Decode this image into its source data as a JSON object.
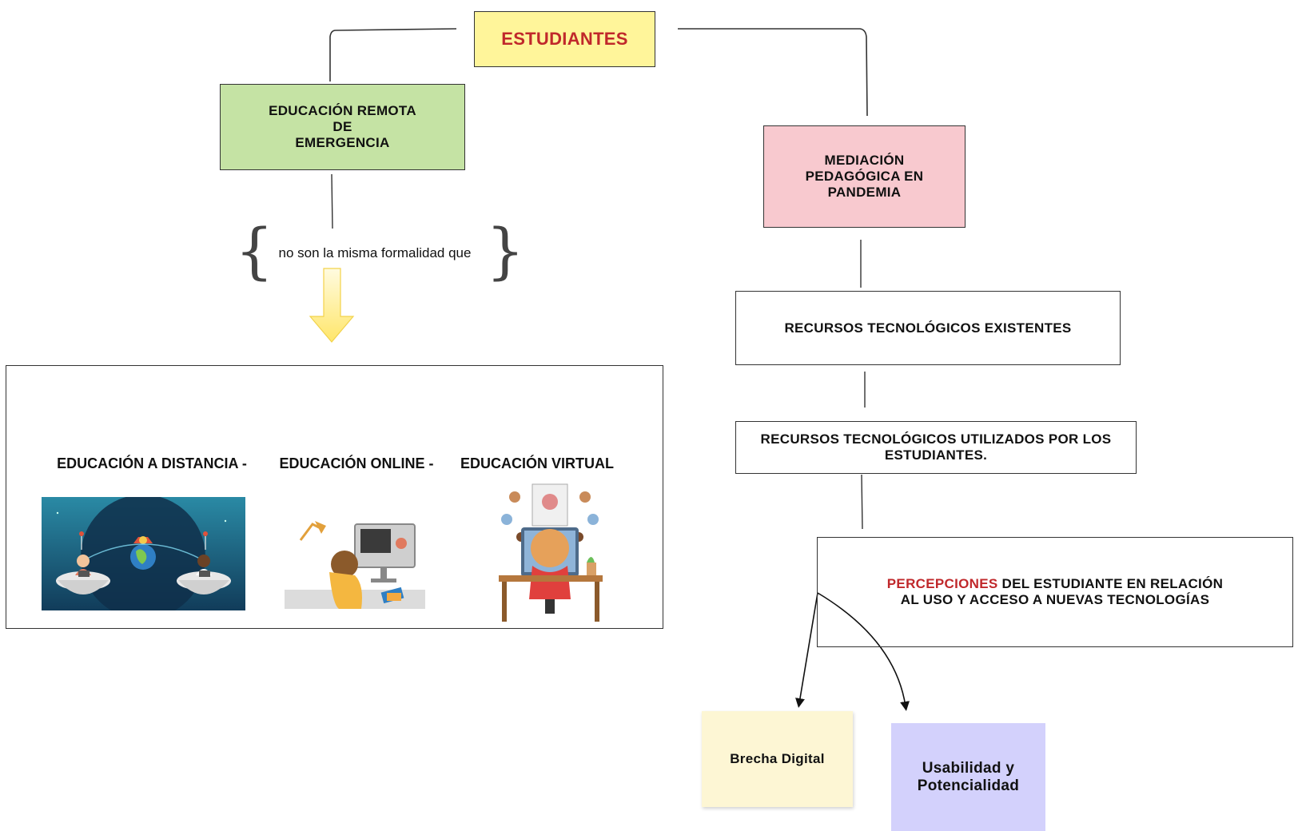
{
  "diagram": {
    "root": {
      "label": "ESTUDIANTES",
      "color": "#c0282b",
      "fill": "#fff59a"
    },
    "left": {
      "ere": {
        "label": "EDUCACIÓN REMOTA\nDE\nEMERGENCIA",
        "fill": "#c5e3a4"
      },
      "relation": "no son la misma formalidad que",
      "arrow_fill": "#fff3a0",
      "modalities": [
        {
          "label": "EDUCACIÓN A DISTANCIA -",
          "illustration": "satellite-globe-illustration"
        },
        {
          "label": "EDUCACIÓN ONLINE -",
          "illustration": "student-computer-illustration"
        },
        {
          "label": "EDUCACIÓN VIRTUAL",
          "illustration": "student-desk-illustration"
        }
      ]
    },
    "right": {
      "mediacion": {
        "label": "MEDIACIÓN\nPEDAGÓGICA EN\nPANDEMIA",
        "fill": "#f8c9cf"
      },
      "recursos_existentes": {
        "label": "RECURSOS TECNOLÓGICOS EXISTENTES"
      },
      "recursos_utilizados": {
        "label": "RECURSOS TECNOLÓGICOS UTILIZADOS POR LOS\nESTUDIANTES."
      },
      "percepciones": {
        "highlight": "PERCEPCIONES",
        "highlight_color": "#c0282b",
        "rest_line1": " DEL ESTUDIANTE EN RELACIÓN",
        "rest_line2": "AL USO Y ACCESO A NUEVAS TECNOLOGÍAS"
      },
      "brecha": {
        "label": "Brecha Digital",
        "fill": "#fdf6d4"
      },
      "usabilidad": {
        "label": "Usabilidad y\nPotencialidad",
        "fill": "#d3d1fc"
      }
    }
  }
}
